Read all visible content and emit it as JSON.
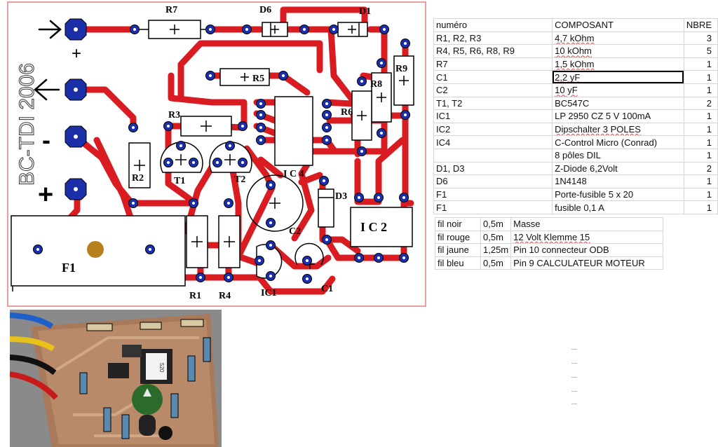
{
  "board_text": {
    "vertical_label": "BC-TDI 2006",
    "plus_sign": "+",
    "minus_sign": "-",
    "labels": {
      "r7": "R7",
      "d6": "D6",
      "d1": "D1",
      "r5": "R5",
      "r9": "R9",
      "r8": "R8",
      "r6": "R6",
      "r3": "R3",
      "r2": "R2",
      "t1": "T1",
      "t2": "T2",
      "ic4": "I C 4",
      "d3": "D3",
      "ic2": "I C 2",
      "c2": "C2",
      "f1": "F1",
      "r1": "R1",
      "r4": "R4",
      "ic1": "IC1",
      "c1": "C1"
    }
  },
  "photo": {
    "chip_marking": "520"
  },
  "bom": {
    "header": {
      "ref": "numéro",
      "part": "COMPOSANT",
      "qty": "NBRE"
    },
    "rows": [
      {
        "ref": "R1, R2, R3",
        "part": "4,7 kOhm",
        "qty": "3"
      },
      {
        "ref": "R4, R5, R6, R8, R9",
        "part": "10 kOhm",
        "qty": "5"
      },
      {
        "ref": "R7",
        "part": "1,5 kOhm",
        "qty": "1"
      },
      {
        "ref": "C1",
        "part": "2,2 yF",
        "qty": "1"
      },
      {
        "ref": "C2",
        "part": "10 yF",
        "qty": "1"
      },
      {
        "ref": "T1, T2",
        "part": "BC547C",
        "qty": "2"
      },
      {
        "ref": "IC1",
        "part": "LP 2950 CZ 5 V 100mA",
        "qty": "1"
      },
      {
        "ref": "IC2",
        "part": "Dipschalter 3 POLES",
        "qty": "1"
      },
      {
        "ref": "IC4",
        "part": "C-Control Micro (Conrad)",
        "qty": "1"
      },
      {
        "ref": "",
        "part": "8 pôles DIL",
        "qty": "1"
      },
      {
        "ref": "D1, D3",
        "part": "Z-Diode 6,2Volt",
        "qty": "2"
      },
      {
        "ref": "D6",
        "part": "1N4148",
        "qty": "1"
      },
      {
        "ref": "F1",
        "part": "Porte-fusible 5 x 20",
        "qty": "1"
      },
      {
        "ref": "F1",
        "part": "fusible 0,1 A",
        "qty": "1"
      }
    ]
  },
  "wires": {
    "rows": [
      {
        "wire": "fil noir",
        "length": "0,5m",
        "connection": "Masse"
      },
      {
        "wire": "fil rouge",
        "length": "0,5m",
        "connection": "12 Volt Klemme 15"
      },
      {
        "wire": "fil jaune",
        "length": "1,25m",
        "connection": "Pin 10 connecteur ODB"
      },
      {
        "wire": "fil bleu",
        "length": "0,5m",
        "connection": "Pin 9 CALCULATEUR MOTEUR"
      }
    ]
  },
  "colors": {
    "trace": "#d81c22",
    "pad": "#1a2fa8",
    "outline": "#000000",
    "board_border": "#e8a0a0"
  }
}
